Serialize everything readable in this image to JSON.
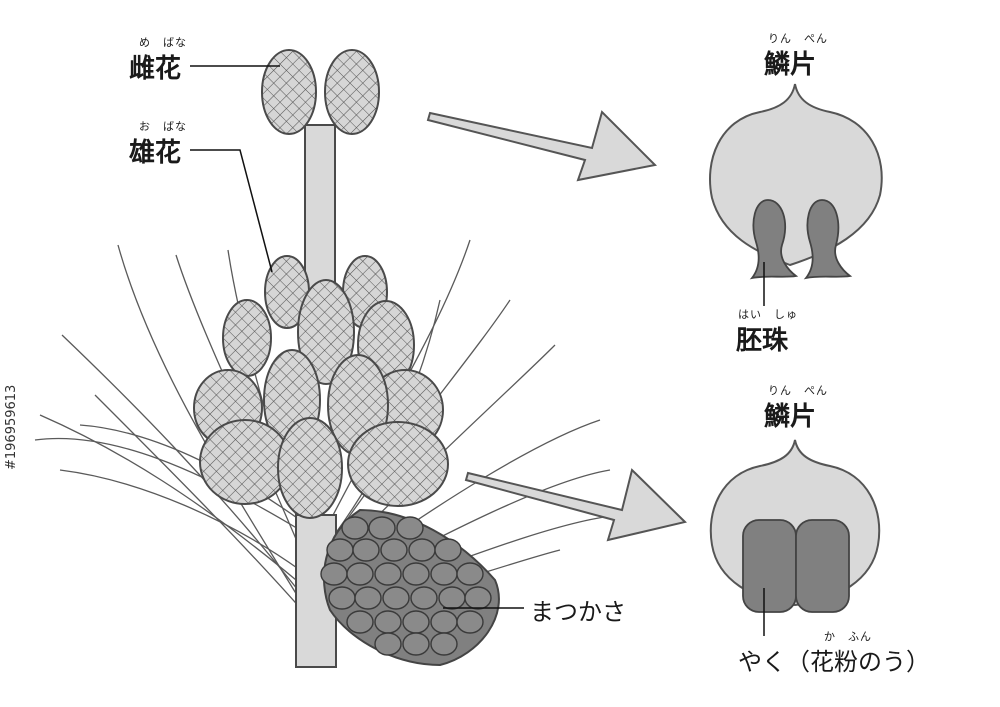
{
  "labels": {
    "female_flower": {
      "text": "雌花",
      "ruby": "め　ばな"
    },
    "male_flower": {
      "text": "雄花",
      "ruby": "お　ばな"
    },
    "scale_top": {
      "text": "鱗片",
      "ruby": "りん　ぺん"
    },
    "ovule": {
      "text": "胚珠",
      "ruby": "はい　しゅ"
    },
    "scale_bottom": {
      "text": "鱗片",
      "ruby": "りん　ぺん"
    },
    "pine_cone": {
      "text": "まつかさ"
    },
    "anther": {
      "text": "やく（花粉のう）",
      "ruby": "か　ふん"
    }
  },
  "stock_id": "#196959613",
  "colors": {
    "stroke": "#4a4a4a",
    "light_fill": "#d9d9d9",
    "dark_fill": "#7f7f7f",
    "cone_fill": "#808080"
  }
}
